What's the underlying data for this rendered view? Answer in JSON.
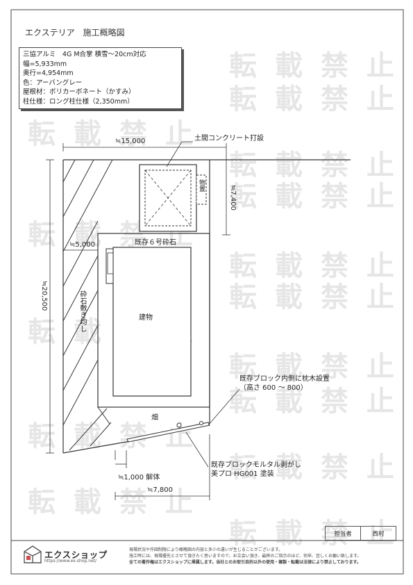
{
  "title": "エクステリア　施工概略図",
  "spec": [
    "三協アルミ　4G M合掌 積雪～20cm対応",
    "幅=5,933mm",
    "奥行=4,954mm",
    "色：アーバングレー",
    "屋根材：ポリカーボネート（かすみ）",
    "柱仕様：ロング柱仕様（2,350mm）"
  ],
  "labels": {
    "dim_top": "≒15,000",
    "concrete": "土間コンクリート打設",
    "storage": "物置",
    "dim_right": "≒7,400",
    "dim_mid": "≒5,000",
    "gravel_existing": "既存６号砕石",
    "dim_left": "≒20,500",
    "gravel_spread": "砕石敷き均し",
    "building": "建物",
    "sleeper": "既存ブロック内側に枕木設置",
    "sleeper_height": "（高さ 600 ～ 800）",
    "field": "畑",
    "mortar_1": "既存ブロックモルタル剥がし",
    "mortar_2": "美プロ HG001 塗装",
    "dim_demo": "≒1,000 解体",
    "dim_bottom": "≒7,800"
  },
  "signature": {
    "role": "担当者",
    "name": "西村"
  },
  "logo": {
    "name": "エクスショップ",
    "url": "https://www.ex-shop.net/"
  },
  "notes": [
    "現場状況や作図制限により概略図の内容と多少の違いが生じることがございます。",
    "施工時には、現場優先とさせて頂きたく思いますので、お立会い頂き、最終のご指示のほど、何卒、宜しくお願い致します。",
    "全ての著作権はエクスショップに帰属します。当社とのお取引目的以外の使用・複製・転載は法律により禁止しております。"
  ],
  "watermark": "転載禁止"
}
